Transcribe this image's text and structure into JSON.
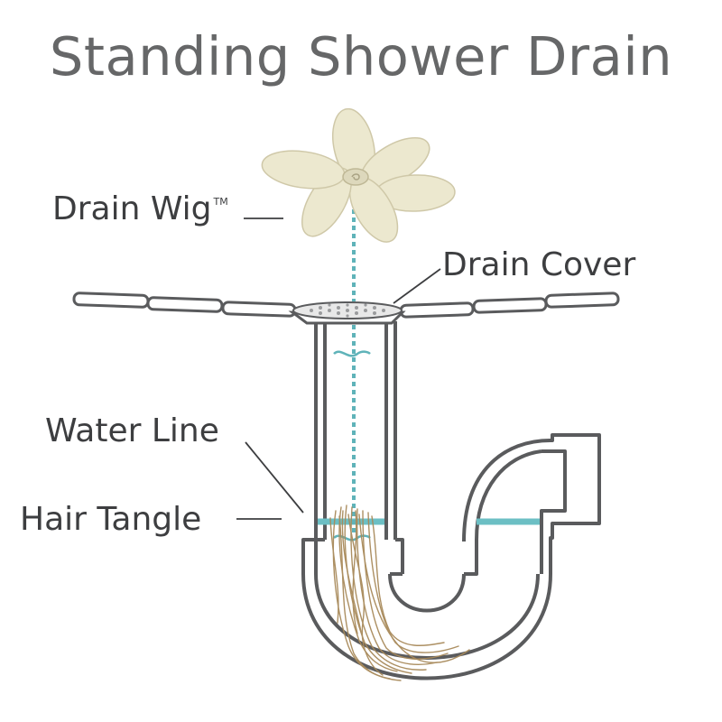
{
  "title": "Standing Shower Drain",
  "labels": {
    "drain_wig": "Drain Wig",
    "trademark": "TM",
    "drain_cover": "Drain Cover",
    "water_line": "Water Line",
    "hair_tangle": "Hair Tangle"
  },
  "colors": {
    "title": "#666768",
    "label": "#3d3e40",
    "pipe_stroke": "#5a5b5d",
    "pipe_fill": "#ffffff",
    "wig_petal": "#ece8cf",
    "wig_petal_stroke": "#cfc8a8",
    "chain": "#5fb3b9",
    "water": "#6cbfc4",
    "hair": "#a88a5a",
    "cover": "#e8e8e8"
  }
}
